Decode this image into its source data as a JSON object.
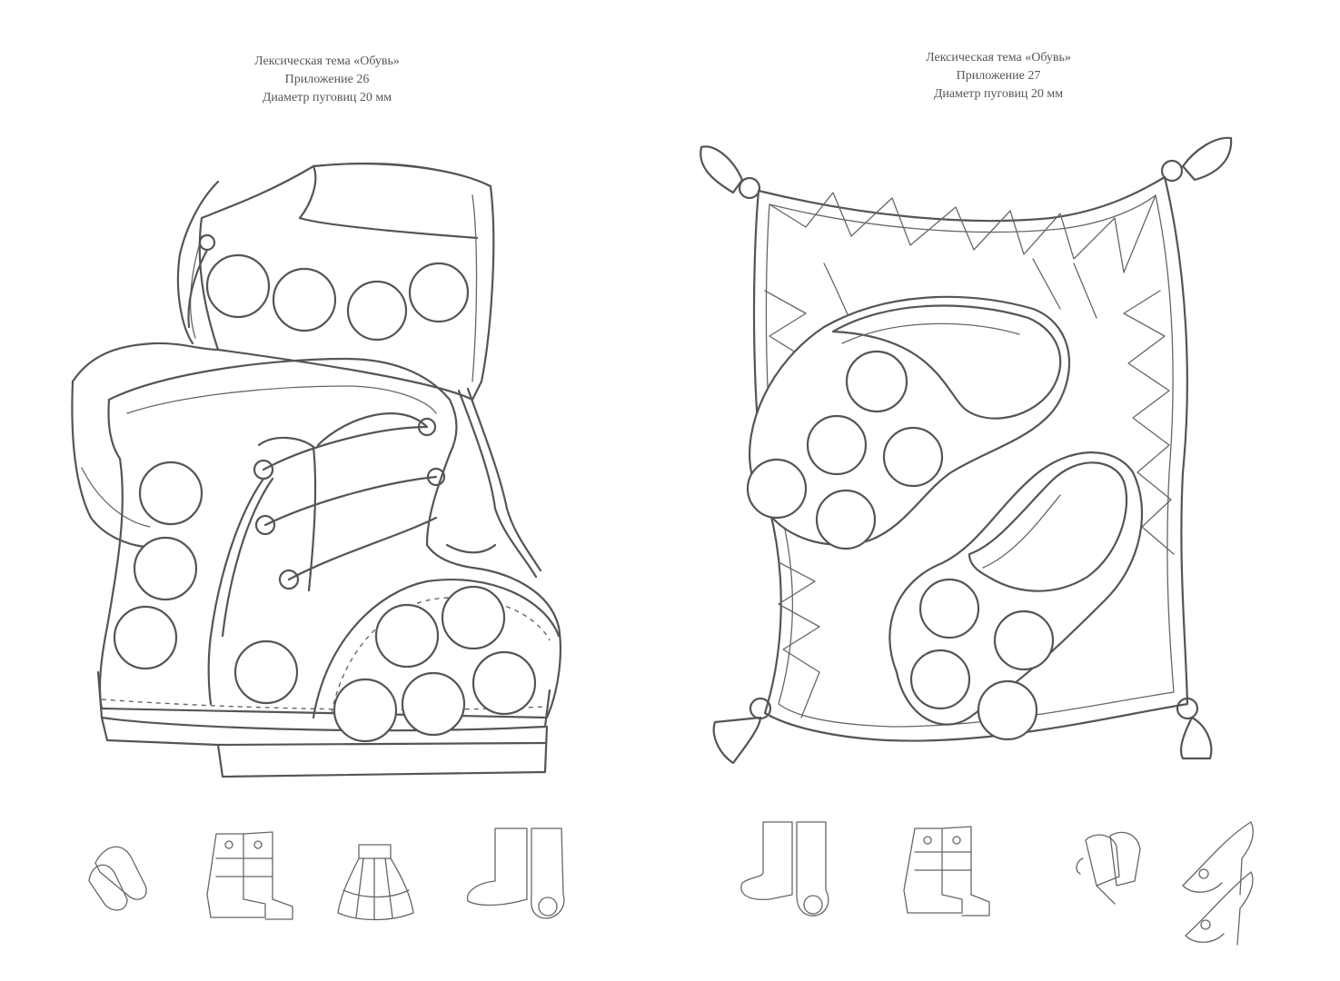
{
  "left_page": {
    "caption": {
      "line1": "Лексическая тема «Обувь»",
      "line2": "Приложение 26",
      "line3": "Диаметр пуговиц 20 мм"
    },
    "main_picture": "lace-up-boots",
    "small_pictures": [
      "slippers",
      "winter-boots",
      "skirt",
      "rubber-boots"
    ]
  },
  "right_page": {
    "caption": {
      "line1": "Лексическая тема «Обувь»",
      "line2": "Приложение 27",
      "line3": "Диаметр пуговиц 20 мм"
    },
    "main_picture": "slippers-on-pillow",
    "small_pictures": [
      "rubber-boots",
      "winter-boots",
      "mittens",
      "high-heel-shoes"
    ]
  }
}
